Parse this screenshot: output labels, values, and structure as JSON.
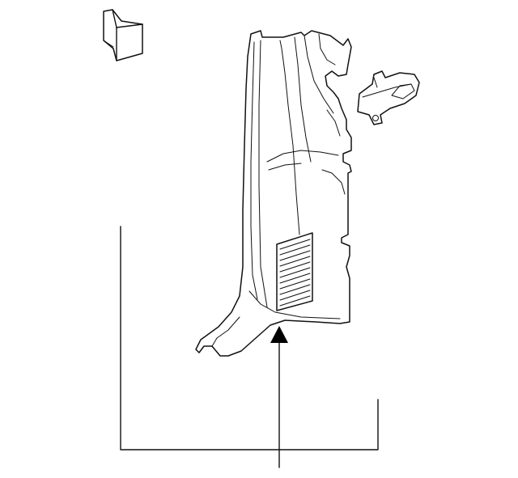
{
  "diagram": {
    "parts": [
      {
        "id": "clip",
        "icon": "clip-icon"
      },
      {
        "id": "trim-panel",
        "icon": "pillar-trim-panel-icon"
      },
      {
        "id": "bracket",
        "icon": "bracket-icon"
      }
    ],
    "colors": {
      "line": "#111111",
      "background": "#ffffff"
    }
  }
}
